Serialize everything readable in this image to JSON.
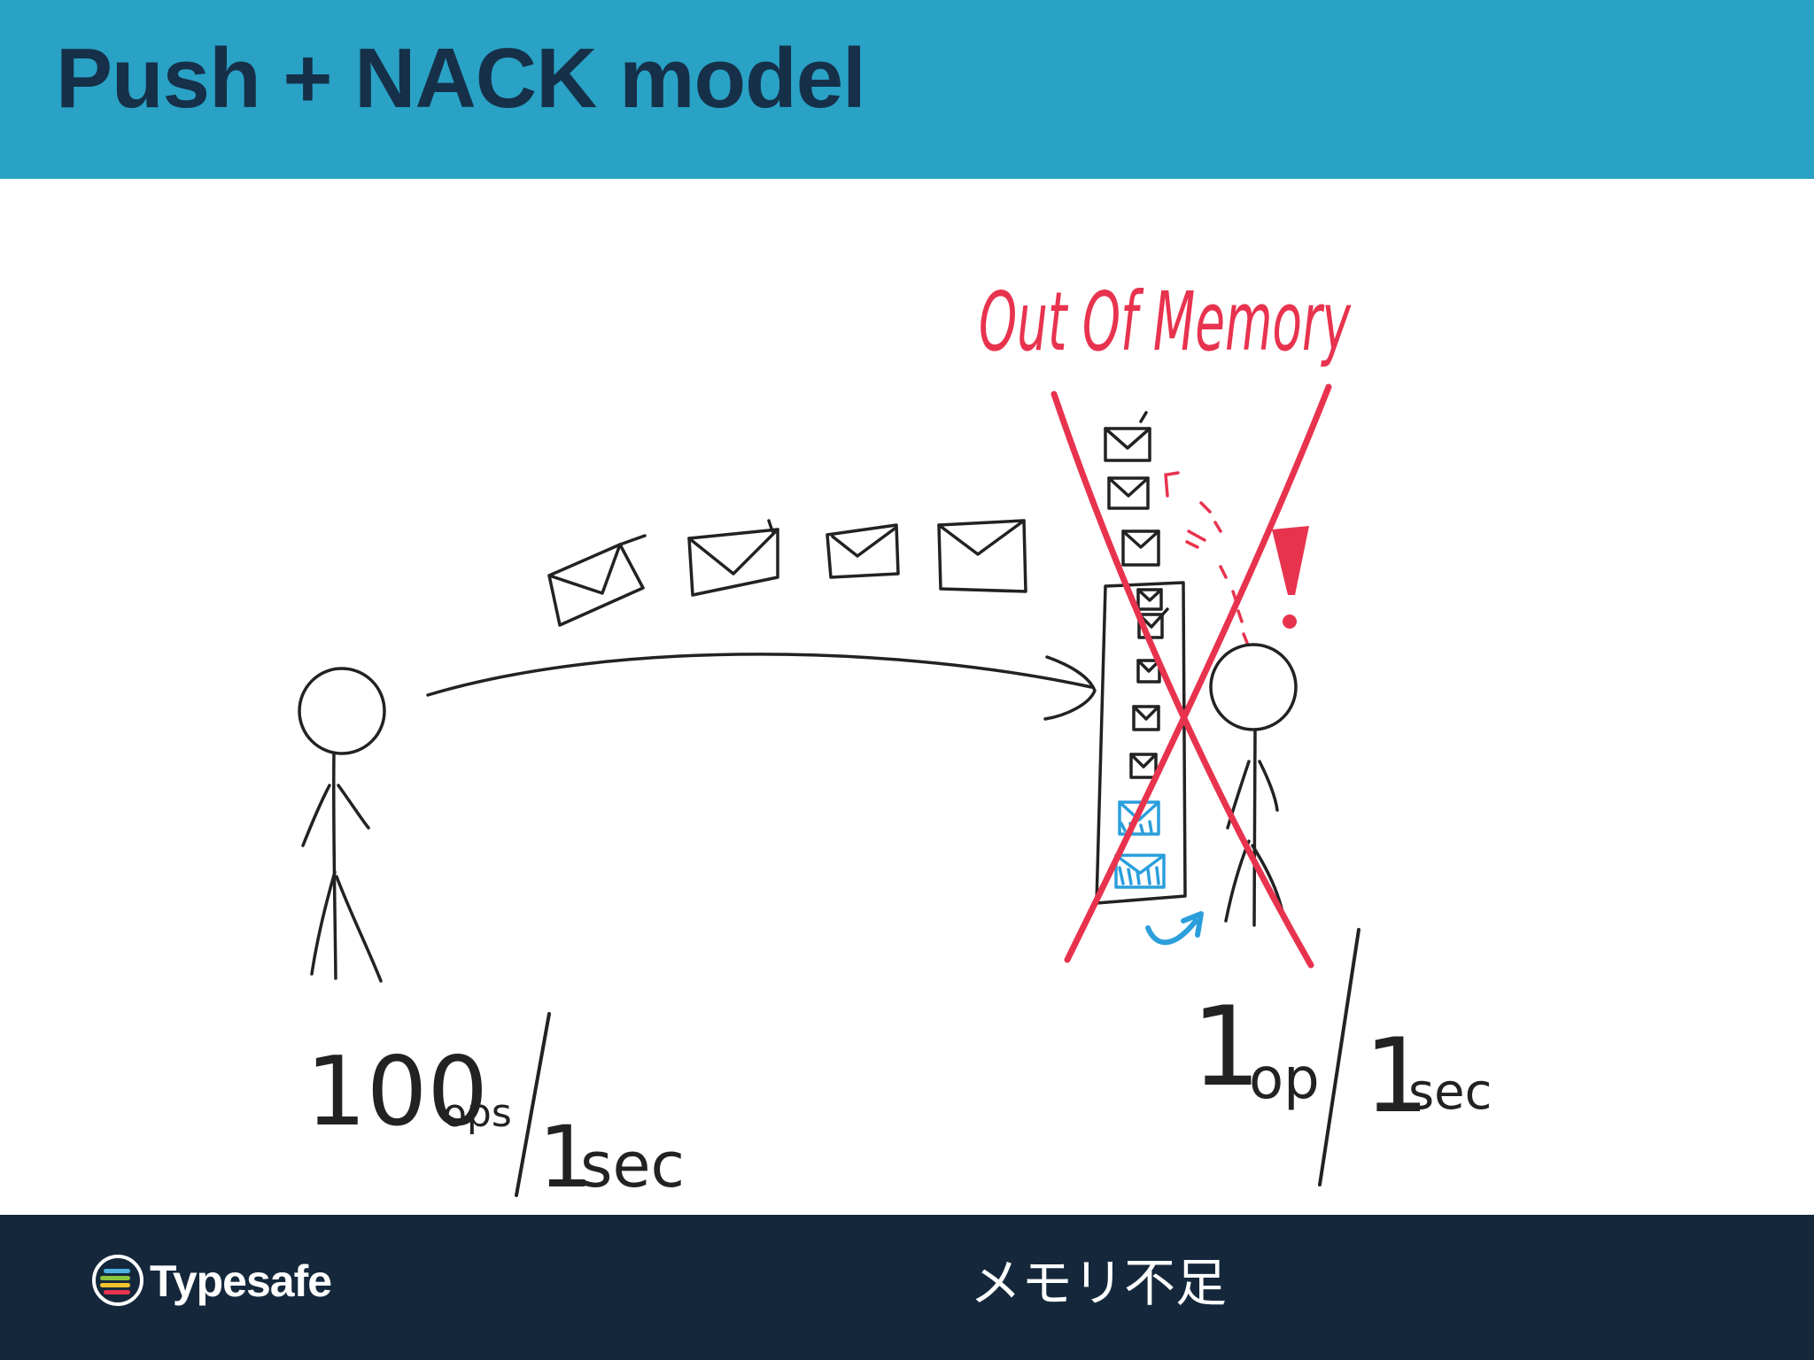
{
  "slide": {
    "title": "Push + NACK model",
    "caption": "メモリ不足"
  },
  "diagram": {
    "error_label": "Out Of Memory",
    "sender_rate": {
      "count": "100",
      "unit": "ops",
      "per": "1",
      "time": "sec"
    },
    "receiver_rate": {
      "count": "1",
      "unit": "op",
      "per": "1",
      "time": "sec"
    }
  },
  "branding": {
    "logo_text": "Typesafe"
  },
  "colors": {
    "header_bg": "#29a2c6",
    "title_text": "#163049",
    "footer_bg": "#15283b",
    "ink": "#222222",
    "error_red": "#e8334e",
    "accent_blue": "#2b9fdc"
  }
}
